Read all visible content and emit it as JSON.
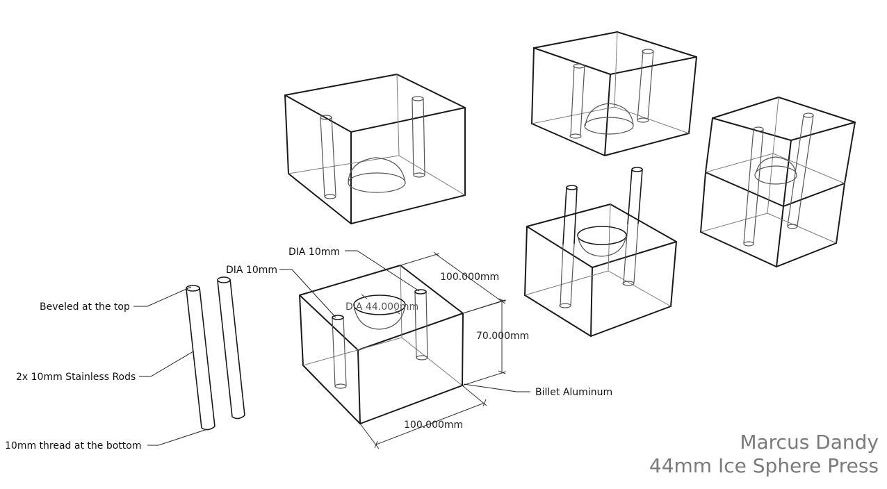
{
  "labels": {
    "beveled_top": "Beveled at the top",
    "rods": "2x 10mm Stainless Rods",
    "thread_bottom": "10mm thread at the bottom",
    "dia_rod_left": "DIA 10mm",
    "dia_rod_right": "DIA 10mm",
    "dia_sphere": "DIA 44.000mm",
    "width_top": "100.000mm",
    "height": "70.000mm",
    "width_bottom": "100.000mm",
    "material": "Billet Aluminum"
  },
  "title": {
    "author": "Marcus Dandy",
    "project": "44mm Ice Sphere Press"
  }
}
